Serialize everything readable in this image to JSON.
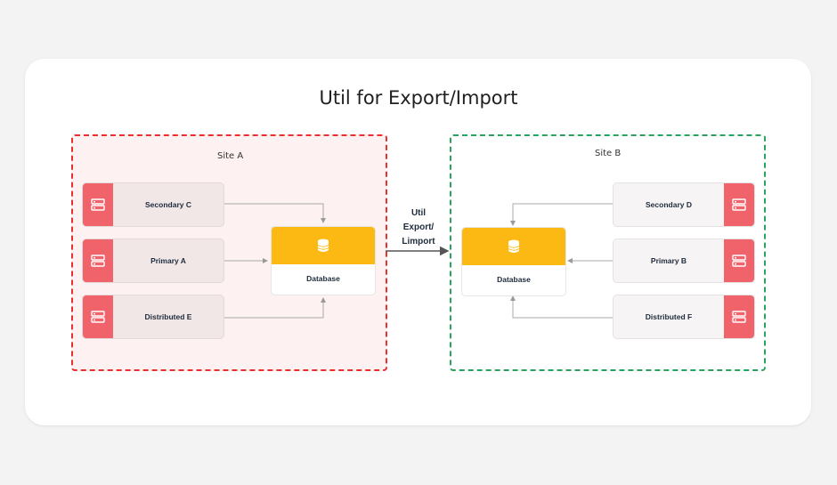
{
  "diagram": {
    "title": "Util for Export/Import",
    "site_a": {
      "label": "Site A",
      "nodes": [
        "Secondary C",
        "Primary A",
        "Distributed E"
      ],
      "database": "Database"
    },
    "site_b": {
      "label": "Site B",
      "nodes": [
        "Secondary D",
        "Primary B",
        "Distributed F"
      ],
      "database": "Database"
    },
    "transfer": {
      "line1": "Util",
      "line2": "Export/",
      "line3": "Limport"
    },
    "colors": {
      "site_a_border": "#e8312f",
      "site_b_border": "#2aa35e",
      "node_badge": "#f0636a",
      "database_header": "#fdb913"
    },
    "icons": {
      "node_icon": "server-icon",
      "database_icon": "database-icon"
    }
  }
}
